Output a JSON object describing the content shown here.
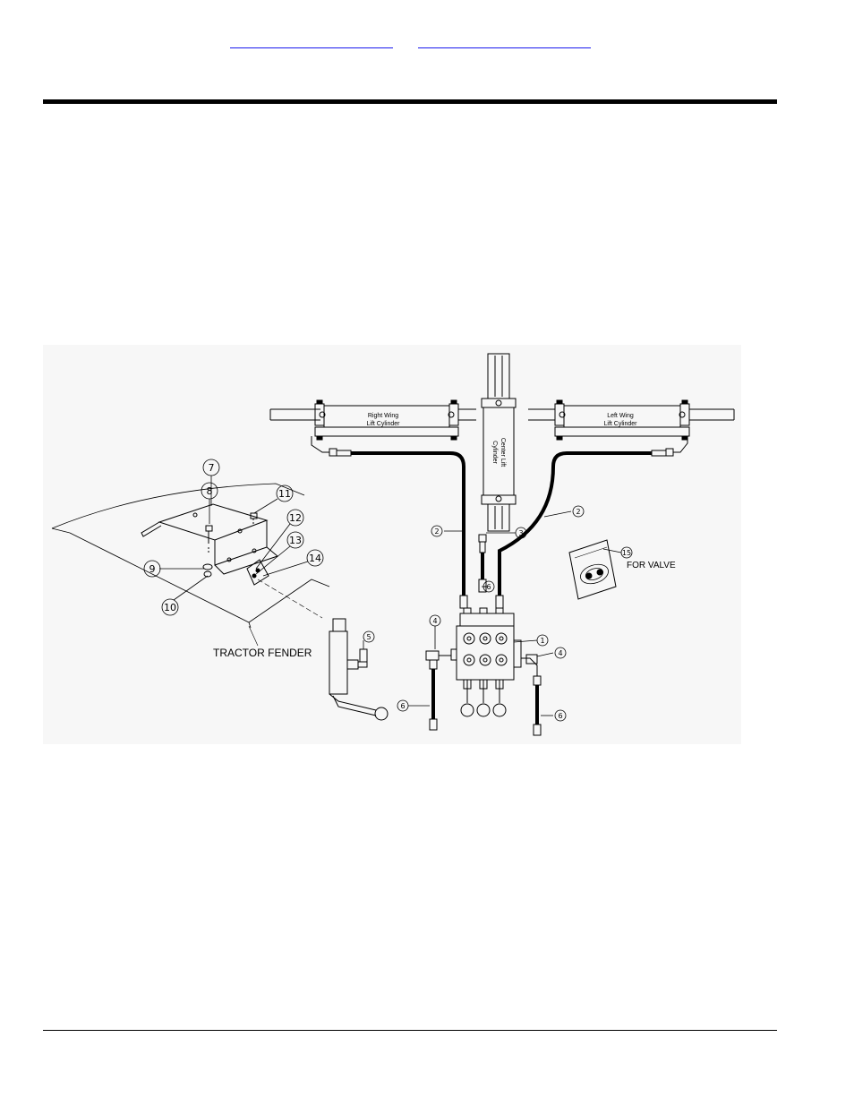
{
  "header": {
    "links": [
      {
        "label": ""
      },
      {
        "label": ""
      }
    ]
  },
  "diagram": {
    "cylinders": {
      "right_wing": [
        "Right Wing",
        "Lift Cylinder"
      ],
      "center": [
        "Center Lift",
        "Cylinder"
      ],
      "left_wing": [
        "Left Wing",
        "Lift Cylinder"
      ]
    },
    "labels": {
      "tractor_fender": "TRACTOR FENDER",
      "for_valve": "FOR VALVE"
    },
    "callouts": [
      "1",
      "2",
      "2",
      "3",
      "4",
      "4",
      "5",
      "6",
      "6",
      "6",
      "7",
      "8",
      "9",
      "10",
      "11",
      "12",
      "13",
      "14",
      "15"
    ]
  }
}
